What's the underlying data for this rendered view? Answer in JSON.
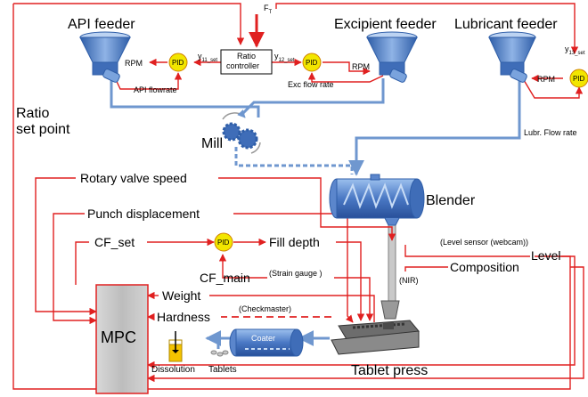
{
  "feeders": {
    "api": "API feeder",
    "excipient": "Excipient feeder",
    "lubricant": "Lubricant feeder"
  },
  "ratio_controller": [
    "Ratio",
    "controller"
  ],
  "ft": {
    "base": "F",
    "sub": "T"
  },
  "pid": "PID",
  "rpm": "RPM",
  "setpoints": {
    "y11": {
      "base": "y",
      "sub": "11_set"
    },
    "y12": {
      "base": "y",
      "sub": "12_set"
    },
    "y13": {
      "base": "y",
      "sub": "13_set"
    }
  },
  "flowrates": {
    "api": "API flowrate",
    "exc": "Exc flow rate",
    "lubr": "Lubr. Flow rate"
  },
  "ratio_set_point": [
    "Ratio",
    "set point"
  ],
  "mill": "Mill",
  "blender": "Blender",
  "signals": {
    "rotary_valve_speed": "Rotary valve speed",
    "punch_displacement": "Punch displacement",
    "cf_set": "CF_set",
    "fill_depth": "Fill depth",
    "cf_main": "CF_main",
    "strain_gauge": "(Strain gauge )",
    "weight": "Weight",
    "hardness": "Hardness",
    "checkmaster": "(Checkmaster)",
    "level_sensor": "(Level sensor  (webcam))",
    "level": "Level",
    "composition": "Composition",
    "nir": "(NIR)"
  },
  "mpc": "MPC",
  "coater": "Coater",
  "dissolution": "Dissolution",
  "tablets": "Tablets",
  "tablet_press": "Tablet press",
  "colors": {
    "signal": "#e02020",
    "flow": "#6f97cf",
    "equipment": "#3f6db8",
    "pid": "#f2e600"
  }
}
